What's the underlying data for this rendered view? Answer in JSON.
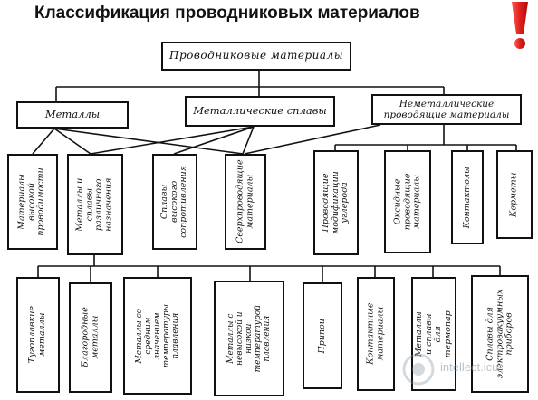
{
  "title": "Классификация проводниковых материалов",
  "root": "Проводниковые материалы",
  "level1": [
    "Металлы",
    "Металлические сплавы",
    "Неметаллические\nпроводящие материалы"
  ],
  "level2": [
    "Материалы\nвысокой\nпроводимости",
    "Металлы и сплавы\nразличного\nназначения",
    "Сплавы высокого\nсопротивления",
    "Сверхпроводящие\nматериалы",
    "Проводящие\nмодификации\nуглерода",
    "Оксидные\nпроводящие\nматериалы",
    "Контактолы",
    "Керметы"
  ],
  "level3": [
    "Тугоплавкие\nметаллы",
    "Благородные\nметаллы",
    "Металлы со\nсредним значением\nтемпературы\nплавления",
    "Металлы с\nневысокой и низкой\nтемпературой\nплавления",
    "Припои",
    "Контактные\nматериалы",
    "Металлы и сплавы\nдля термопар",
    "Сплавы для\nэлектровакуумных\nприборов"
  ],
  "watermark": "intellect.icu",
  "colors": {
    "exclamation": "#e0201c",
    "lines": "#111111"
  }
}
